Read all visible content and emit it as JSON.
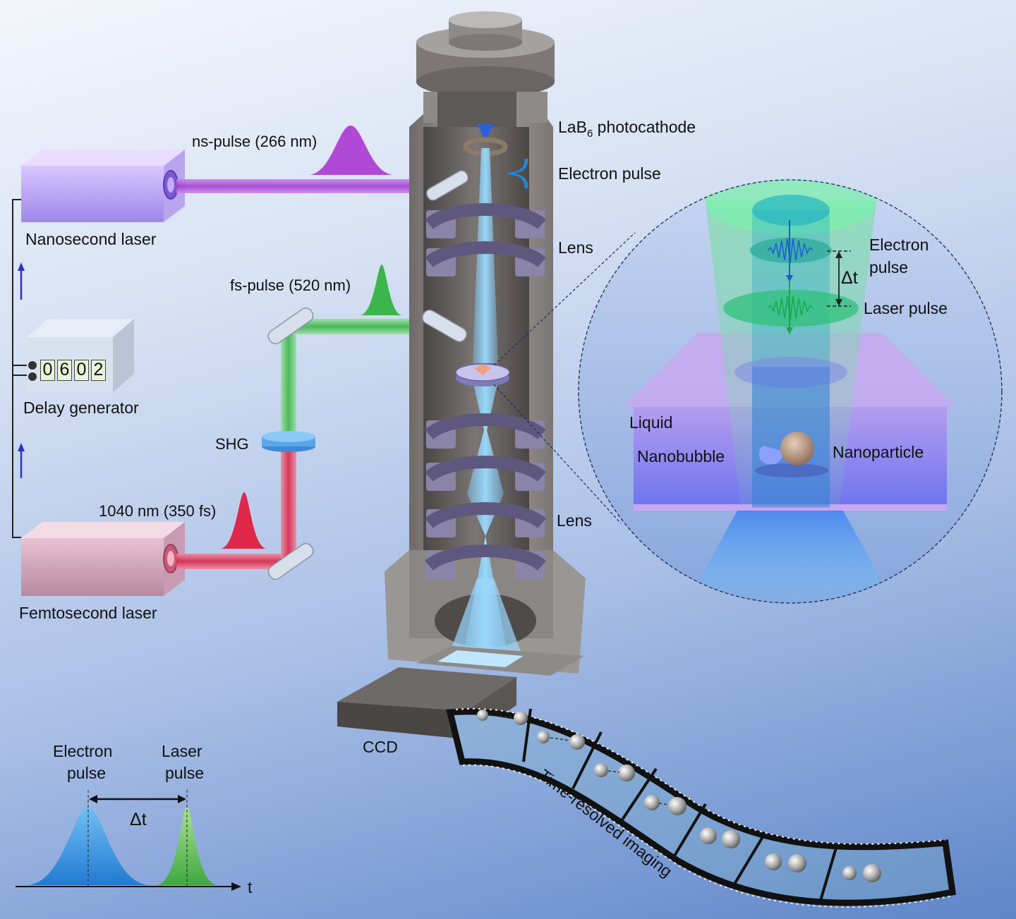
{
  "lasers": {
    "nanosecond": "Nanosecond laser",
    "femtosecond": "Femtosecond laser"
  },
  "delay_generator": {
    "label": "Delay generator",
    "digits": [
      "0",
      "6",
      "0",
      "2"
    ]
  },
  "beams": {
    "ns_pulse": "ns-pulse (266 nm)",
    "fs_pulse": "fs-pulse (520 nm)",
    "fundamental": "1040 nm (350 fs)",
    "shg": "SHG"
  },
  "column": {
    "photocathode_prefix": "LaB",
    "photocathode_sub": "6",
    "photocathode_suffix": " photocathode",
    "electron_pulse": "Electron pulse",
    "lens_upper": "Lens",
    "lens_lower": "Lens",
    "detector": "CCD"
  },
  "inset": {
    "electron_line1": "Electron",
    "electron_line2": "pulse",
    "delta_t": "Δt",
    "laser_pulse": "Laser pulse",
    "liquid": "Liquid",
    "nanobubble": "Nanobubble",
    "nanoparticle": "Nanoparticle"
  },
  "timing": {
    "electron_line1": "Electron",
    "electron_line2": "pulse",
    "laser_line1": "Laser",
    "laser_line2": "pulse",
    "delta_t": "Δt",
    "axis": "t"
  },
  "film": {
    "caption": "Time-resolved imaging"
  },
  "colors": {
    "ns_beam": "#b04ad6",
    "fs_beam": "#3cb54a",
    "ir_beam": "#e0284a",
    "electron_beam": "#4aa8e8",
    "column_gray": "#8e8a88"
  }
}
